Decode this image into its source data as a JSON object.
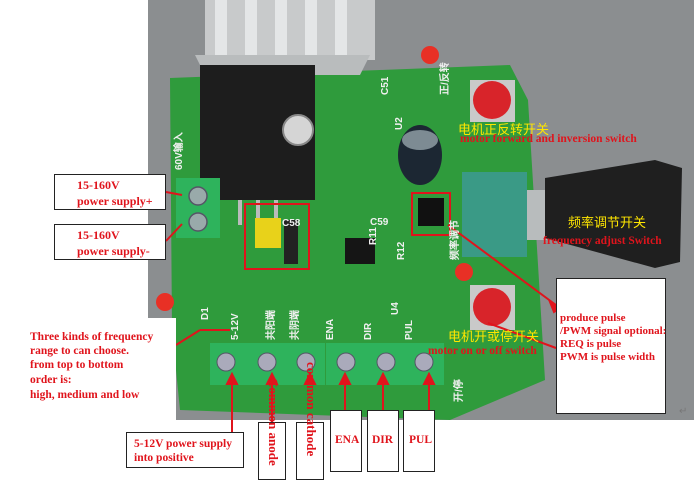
{
  "colors": {
    "annotation_red": "#e0141c",
    "chinese_label_yellow": "#ffe600",
    "pcb_green": "#2f9b3c",
    "terminal_green": "#2eb35c",
    "button_red": "#d8242a",
    "background": "#ffffff"
  },
  "board": {
    "silk_codes": [
      "C51",
      "C58",
      "C59",
      "R11",
      "R12",
      "U2",
      "U4",
      "D1"
    ],
    "silk_texts": [
      "60V输入",
      "正/反转",
      "频率调节",
      "5-12V",
      "共阳端",
      "共阴端",
      "ENA",
      "DIR",
      "PUL",
      "开/停"
    ]
  },
  "annotations": {
    "supply_plus": {
      "line1": "15-160V",
      "line2": "power supply+"
    },
    "supply_minus": {
      "line1": "15-160V",
      "line2": "power supply-"
    },
    "forward_switch": {
      "cn": "电机正反转开关",
      "en": "motor forward and  inversion switch"
    },
    "freq_adjust": {
      "cn": "频率调节开关",
      "en": "frequency adjust Switch"
    },
    "on_off": {
      "cn": "电机开或停开关",
      "en": "motor on or off switch"
    },
    "pulse": {
      "line1": "produce pulse",
      "line2": "/PWM signal optional:",
      "line3": "REQ is pulse",
      "line4": "PWM is pulse width"
    },
    "freq_range": {
      "line1": "Three kinds of frequency",
      "line2": "range to can choose.",
      "line3": "from top to bottom",
      "line4": "order is:",
      "line5": "high, medium and low"
    },
    "power_5v": {
      "line1": "5-12V power supply",
      "line2": "into positive"
    },
    "common_anode": "Common anode",
    "common_cathode": "common cathode",
    "ena": "ENA",
    "dir": "DIR",
    "pul": "PUL",
    "return_mark": "↵"
  }
}
